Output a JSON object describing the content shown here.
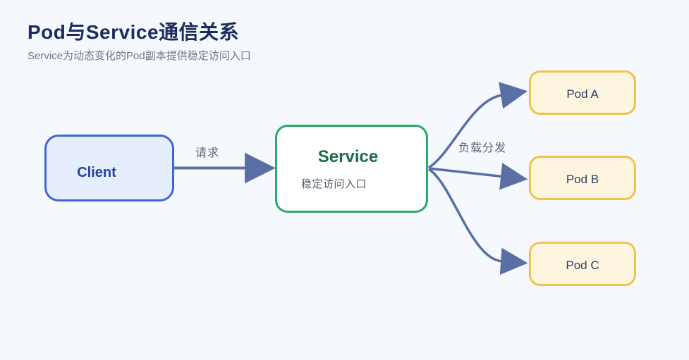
{
  "header": {
    "title": "Pod与Service通信关系",
    "subtitle": "Service为动态变化的Pod副本提供稳定访问入口"
  },
  "nodes": {
    "client": {
      "label": "Client"
    },
    "service": {
      "label": "Service",
      "sublabel": "稳定访问入口"
    },
    "pods": [
      {
        "label": "Pod A"
      },
      {
        "label": "Pod B"
      },
      {
        "label": "Pod C"
      }
    ]
  },
  "edges": {
    "request": {
      "label": "请求"
    },
    "distribution": {
      "label": "负载分发"
    }
  },
  "colors": {
    "background": "#f5f8fd",
    "title_text": "#1c2b5e",
    "subtitle_text": "#6e7988",
    "client_border": "#3d68d8",
    "client_fill": "#e6edfc",
    "client_text": "#2443a6",
    "service_border": "#2aa968",
    "service_fill": "#ffffff",
    "service_text": "#166e46",
    "service_subtext": "#525c6b",
    "pod_border": "#f3c24d",
    "pod_fill": "#fdf5df",
    "pod_text": "#2e3f63",
    "arrow": "#5a6fa3",
    "edge_label_text": "#5d6777"
  }
}
